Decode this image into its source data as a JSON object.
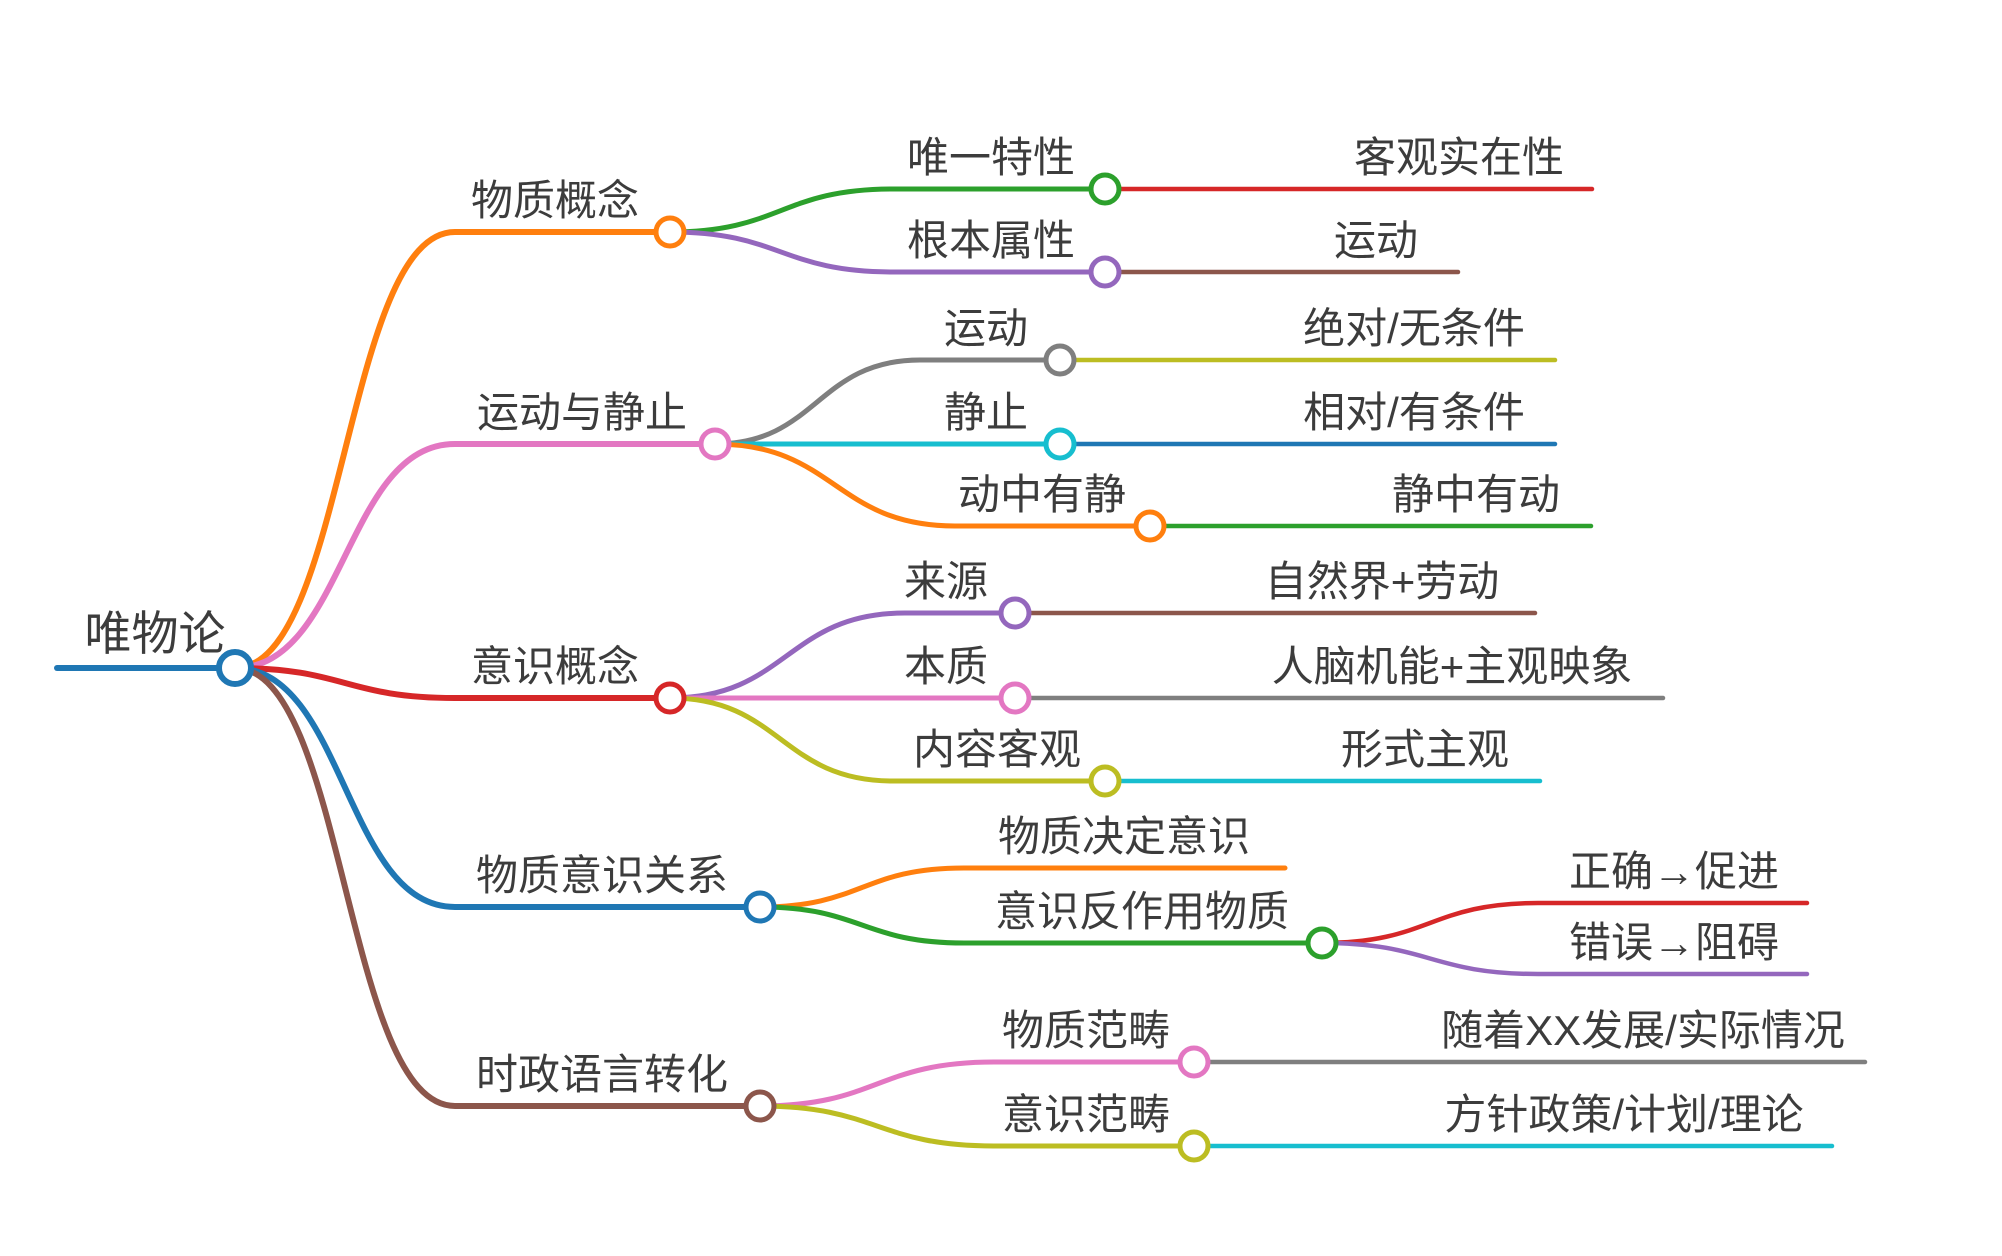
{
  "palette": {
    "blue": "#1f77b4",
    "orange": "#ff7f0e",
    "green": "#2ca02c",
    "red": "#d62728",
    "purple": "#9467bd",
    "brown": "#8c564b",
    "pink": "#e377c2",
    "gray": "#7f7f7f",
    "olive": "#bcbd22",
    "cyan": "#17becf"
  },
  "root": {
    "label": "唯物论",
    "color": "#1f77b4",
    "children": [
      {
        "label": "物质概念",
        "color": "#ff7f0e",
        "children": [
          {
            "label": "唯一特性",
            "color": "#2ca02c",
            "children": [
              {
                "label": "客观实在性",
                "color": "#d62728"
              }
            ]
          },
          {
            "label": "根本属性",
            "color": "#9467bd",
            "children": [
              {
                "label": "运动",
                "color": "#8c564b"
              }
            ]
          }
        ]
      },
      {
        "label": "运动与静止",
        "color": "#e377c2",
        "children": [
          {
            "label": "运动",
            "color": "#7f7f7f",
            "children": [
              {
                "label": "绝对/无条件",
                "color": "#bcbd22"
              }
            ]
          },
          {
            "label": "静止",
            "color": "#17becf",
            "children": [
              {
                "label": "相对/有条件",
                "color": "#1f77b4"
              }
            ]
          },
          {
            "label": "动中有静",
            "color": "#ff7f0e",
            "children": [
              {
                "label": "静中有动",
                "color": "#2ca02c"
              }
            ]
          }
        ]
      },
      {
        "label": "意识概念",
        "color": "#d62728",
        "children": [
          {
            "label": "来源",
            "color": "#9467bd",
            "children": [
              {
                "label": "自然界+劳动",
                "color": "#8c564b"
              }
            ]
          },
          {
            "label": "本质",
            "color": "#e377c2",
            "children": [
              {
                "label": "人脑机能+主观映象",
                "color": "#7f7f7f"
              }
            ]
          },
          {
            "label": "内容客观",
            "color": "#bcbd22",
            "children": [
              {
                "label": "形式主观",
                "color": "#17becf"
              }
            ]
          }
        ]
      },
      {
        "label": "物质意识关系",
        "color": "#1f77b4",
        "children": [
          {
            "label": "物质决定意识",
            "color": "#ff7f0e"
          },
          {
            "label": "意识反作用物质",
            "color": "#2ca02c",
            "children": [
              {
                "label": "正确→促进",
                "color": "#d62728"
              },
              {
                "label": "错误→阻碍",
                "color": "#9467bd"
              }
            ]
          }
        ]
      },
      {
        "label": "时政语言转化",
        "color": "#8c564b",
        "children": [
          {
            "label": "物质范畴",
            "color": "#e377c2",
            "children": [
              {
                "label": "随着XX发展/实际情况",
                "color": "#7f7f7f"
              }
            ]
          },
          {
            "label": "意识范畴",
            "color": "#bcbd22",
            "children": [
              {
                "label": "方针政策/计划/理论",
                "color": "#17becf"
              }
            ]
          }
        ]
      }
    ]
  }
}
